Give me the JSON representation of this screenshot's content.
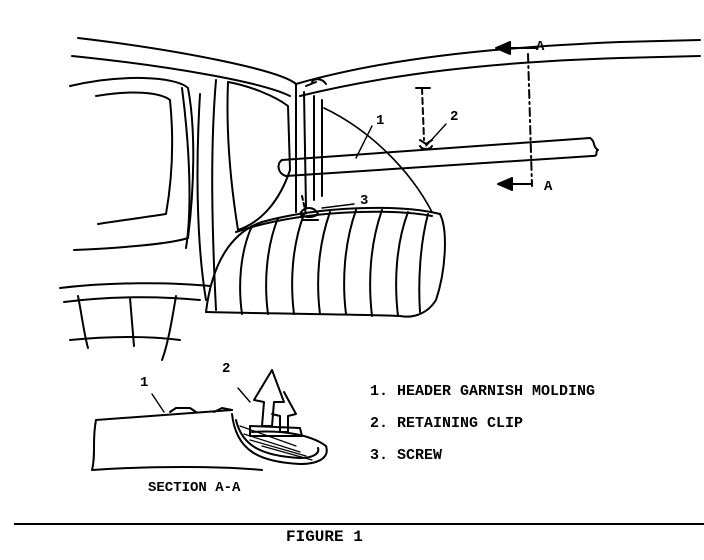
{
  "callouts": {
    "one": "1",
    "two": "2",
    "three": "3",
    "section_letter_top": "A",
    "section_letter_bottom": "A",
    "section_one": "1",
    "section_two": "2"
  },
  "legend": [
    "1. HEADER GARNISH MOLDING",
    "2. RETAINING CLIP",
    "3. SCREW"
  ],
  "section_caption": "SECTION A-A",
  "figure_caption": "FIGURE 1"
}
